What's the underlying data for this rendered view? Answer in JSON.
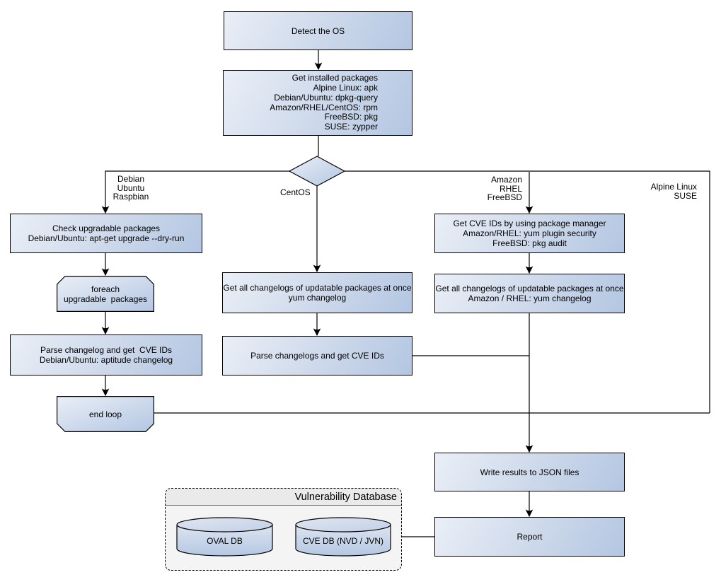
{
  "colors": {
    "node_fill_light": "#eaeff7",
    "node_fill_dark": "#b3c6e2",
    "node_border": "#000000",
    "panel_fill": "#f4f4f4",
    "panel_header_fill": "#eaeaea"
  },
  "nodes": {
    "detect_os": {
      "label": "Detect the OS"
    },
    "get_installed_packages": {
      "lines": [
        "Get installed packages",
        "Alpine Linux: apk",
        "Debian/Ubuntu: dpkg-query",
        "Amazon/RHEL/CentOS: rpm",
        "FreeBSD: pkg",
        "SUSE: zypper"
      ]
    },
    "check_upgradable": {
      "lines": [
        "Check upgradable packages",
        "Debian/Ubuntu: apt-get upgrade --dry-run"
      ]
    },
    "foreach_loop": {
      "lines": [
        "foreach",
        "upgradable  packages"
      ]
    },
    "parse_changelog_deb": {
      "lines": [
        "Parse changelog and get  CVE IDs",
        "Debian/Ubuntu: aptitude changelog"
      ]
    },
    "end_loop": {
      "label": "end loop"
    },
    "get_changelogs_centos": {
      "lines": [
        "Get all changelogs of updatable packages at once",
        "yum changelog"
      ]
    },
    "parse_changelogs": {
      "label": "Parse changelogs and get CVE IDs"
    },
    "get_cve_ids": {
      "lines": [
        "Get CVE IDs by using package manager",
        "Amazon/RHEL: yum plugin security",
        "FreeBSD: pkg audit"
      ]
    },
    "get_changelogs_amazon": {
      "lines": [
        "Get all changelogs of updatable packages at once",
        "Amazon / RHEL: yum changelog"
      ]
    },
    "write_results": {
      "label": "Write results to JSON files"
    },
    "report": {
      "label": "Report"
    }
  },
  "edge_labels": {
    "debian_branch": [
      "Debian",
      "Ubuntu",
      "Raspbian"
    ],
    "centos_branch": "CentOS",
    "amazon_branch": [
      "Amazon",
      "RHEL",
      "FreeBSD"
    ],
    "alpine_branch": [
      "Alpine Linux",
      "SUSE"
    ]
  },
  "database": {
    "title": "Vulnerability Database",
    "cylinders": [
      "OVAL DB",
      "CVE DB (NVD / JVN)"
    ]
  }
}
